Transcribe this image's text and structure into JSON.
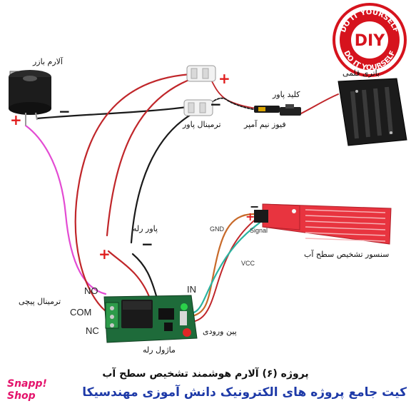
{
  "labels": {
    "buzzer": "آلارم بازر",
    "battery": "باتری قلمی",
    "key": "کلید پاور",
    "fuse": "فیوز نیم آمپر",
    "power_terminal": "ترمینال پاور",
    "relay_power": "پاور رله",
    "screw_terminal": "ترمینال پیچی",
    "relay_module": "ماژول رله",
    "input_pin": "پین ورودی",
    "sensor": "سنسور تشخیص سطح آب",
    "NO": "NO",
    "COM": "COM",
    "NC": "NC",
    "IN": "IN",
    "GND": "GND",
    "VCC": "VCC",
    "Signal": "Signal"
  },
  "signs": {
    "plus": "+",
    "minus": "−"
  },
  "title": "پروژه (۶) آلارم هوشمند تشخیص سطح آب",
  "subtitle": "کیت جامع پروژه های الکترونیک دانش آموزی مهندسیکا",
  "brand": {
    "line1": "Snapp!",
    "line2": "Shop"
  },
  "seal": {
    "center": "DIY",
    "ring_top": "DO IT YOURSELF",
    "ring_bottom": "DO IT YOURSELF"
  },
  "colors": {
    "red_wire": "#c0262a",
    "black_wire": "#1a1a1a",
    "pink_wire": "#e34bd3",
    "orange_wire": "#c86a2a",
    "teal_wire": "#2bb3a0",
    "sensor_red": "#e8343f",
    "pcb_green": "#1e6b3a",
    "plus_red": "#e01b1b",
    "seal_red": "#d6131d",
    "subtitle_blue": "#1e3aa8"
  }
}
